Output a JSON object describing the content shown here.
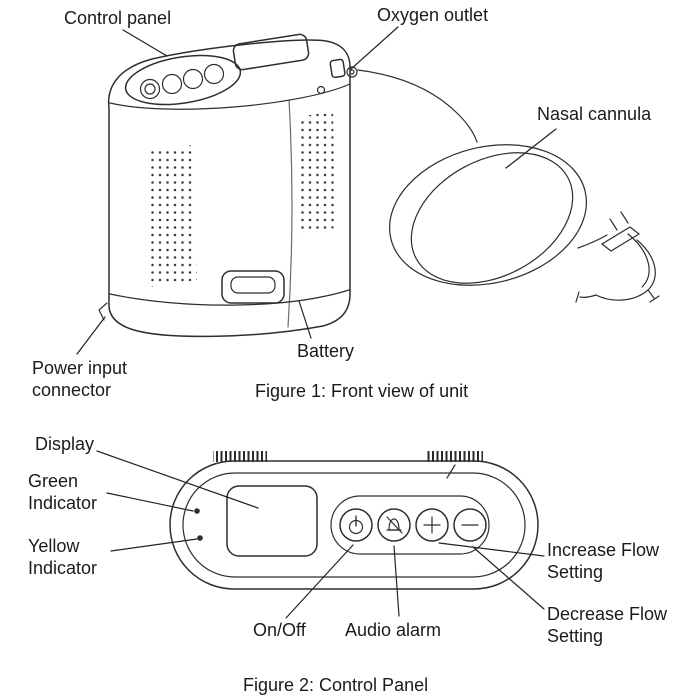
{
  "colors": {
    "background": "#ffffff",
    "line": "#2e2e2e",
    "text": "#1b1b1b"
  },
  "figure1": {
    "caption": "Figure 1: Front view of unit",
    "labels": {
      "control_panel": "Control panel",
      "oxygen_outlet": "Oxygen outlet",
      "nasal_cannula": "Nasal cannula",
      "battery": "Battery",
      "power_input_connector": "Power input connector"
    }
  },
  "figure2": {
    "caption": "Figure 2: Control Panel",
    "labels": {
      "display": "Display",
      "green_indicator": "Green Indicator",
      "yellow_indicator": "Yellow Indicator",
      "on_off": "On/Off",
      "audio_alarm": "Audio alarm",
      "increase_flow": "Increase Flow Setting",
      "decrease_flow": "Decrease Flow Setting"
    },
    "icons": [
      "power-icon",
      "mute-alarm-icon",
      "plus-icon",
      "minus-icon"
    ]
  }
}
